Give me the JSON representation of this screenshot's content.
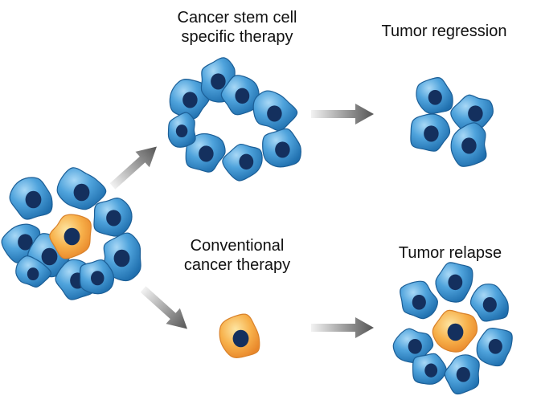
{
  "labels": {
    "csc_therapy_line1": "Cancer stem cell",
    "csc_therapy_line2": "specific therapy",
    "tumor_regression": "Tumor regression",
    "conventional_line1": "Conventional",
    "conventional_line2": "cancer therapy",
    "tumor_relapse": "Tumor relapse"
  },
  "colors": {
    "cancer_cell": "#4fa3dc",
    "cancer_cell_dark": "#1f6fae",
    "nucleus": "#14305e",
    "stem_cell": "#f7b04a",
    "stem_cell_light": "#fde6a3",
    "arrow": "#6e6e6e"
  }
}
